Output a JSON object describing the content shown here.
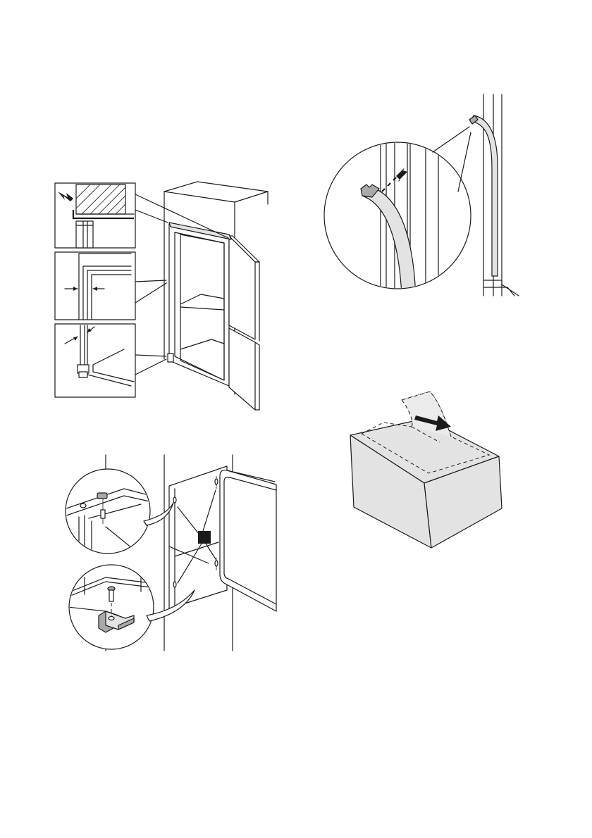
{
  "figures": [
    {
      "id": "fig-door-alignment",
      "panels": 3
    },
    {
      "id": "fig-seal-strip"
    },
    {
      "id": "fig-hinge-cover-fixing"
    },
    {
      "id": "fig-remove-protective-film"
    }
  ],
  "icons": [
    "arrow-icon",
    "screw-icon",
    "hinge-bracket-icon",
    "magnifier-callout-icon"
  ],
  "colors": {
    "line": "#1a1a1a",
    "fill_light": "#e3e3e3",
    "fill_dark": "#a9a9a9",
    "marker": "#1a1a1a"
  }
}
